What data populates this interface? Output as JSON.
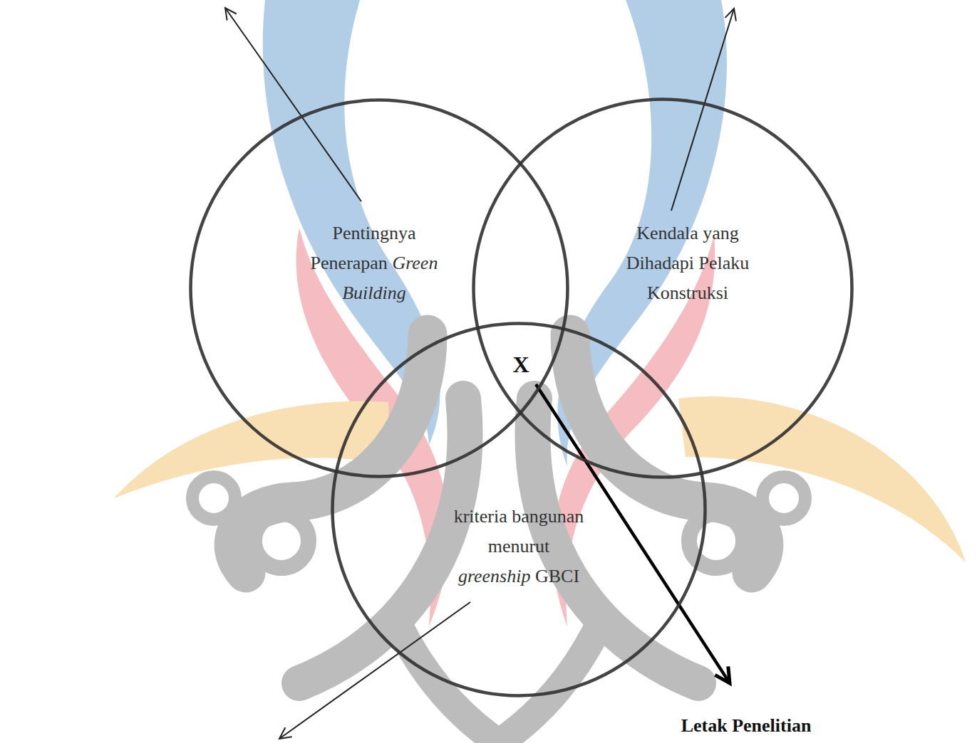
{
  "diagram": {
    "nodes": [
      {
        "text": [
          "Pentingnya Penerapan Green Building"
        ]
      },
      {
        "text": [
          "Kendala yang Dihadapi Pelaku Konstruksi"
        ]
      },
      {
        "text": [
          "kriteria bangunan menurut greenship GBCI"
        ]
      }
    ],
    "labels": [
      "X",
      "Letak Penelitian"
    ]
  }
}
